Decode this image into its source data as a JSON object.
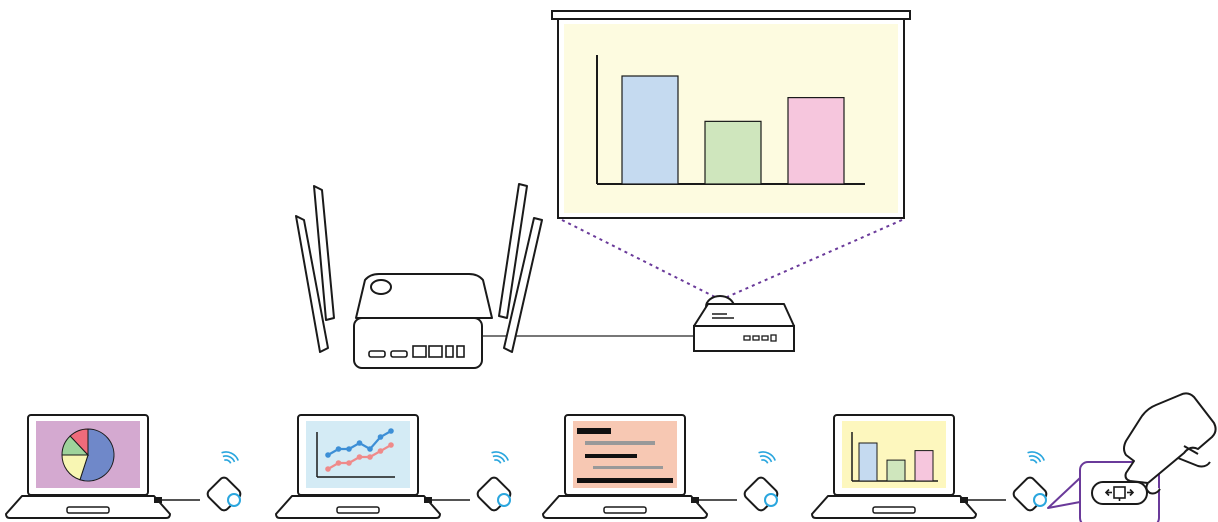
{
  "scene": {
    "description_free": true,
    "colors": {
      "screen_bg": "#fdfbe0",
      "bar_blue": "#c5daf0",
      "bar_green": "#cfe6bd",
      "bar_pink": "#f6c6dd",
      "laptop1_screen": "#d4a9d0",
      "laptop2_screen": "#d4ebf5",
      "laptop3_screen": "#f7c8b3",
      "laptop4_screen": "#fdf7be",
      "pie_blue": "#6f88c9",
      "pie_yellow": "#f8f6b3",
      "pie_green": "#9ed39b",
      "pie_red": "#ef6b7b",
      "line_blue": "#3d8fd6",
      "line_red": "#ef8a8a",
      "dongle_ring": "#2aa6de",
      "wifi": "#2aa6de",
      "projection_dots": "#6a3a9a",
      "callout_border": "#6a3a9a",
      "outline": "#1a1a1a"
    },
    "icons": [
      "projector-screen-icon",
      "router-icon",
      "projector-icon",
      "laptop-icon",
      "wireless-dongle-icon",
      "wifi-signal-icon",
      "hand-pointer-icon",
      "button-icon"
    ],
    "projected_chart": {
      "type": "bar",
      "values": [
        100,
        58,
        80
      ]
    },
    "laptop4_chart": {
      "type": "bar",
      "values": [
        100,
        55,
        80
      ]
    },
    "laptop1_pie": {
      "slices": [
        55,
        20,
        13,
        12
      ]
    },
    "laptop2_lines": {
      "blue": [
        2,
        3,
        3,
        4,
        3,
        5,
        6
      ],
      "red": [
        1,
        2,
        2,
        3,
        3,
        4,
        5
      ]
    }
  }
}
